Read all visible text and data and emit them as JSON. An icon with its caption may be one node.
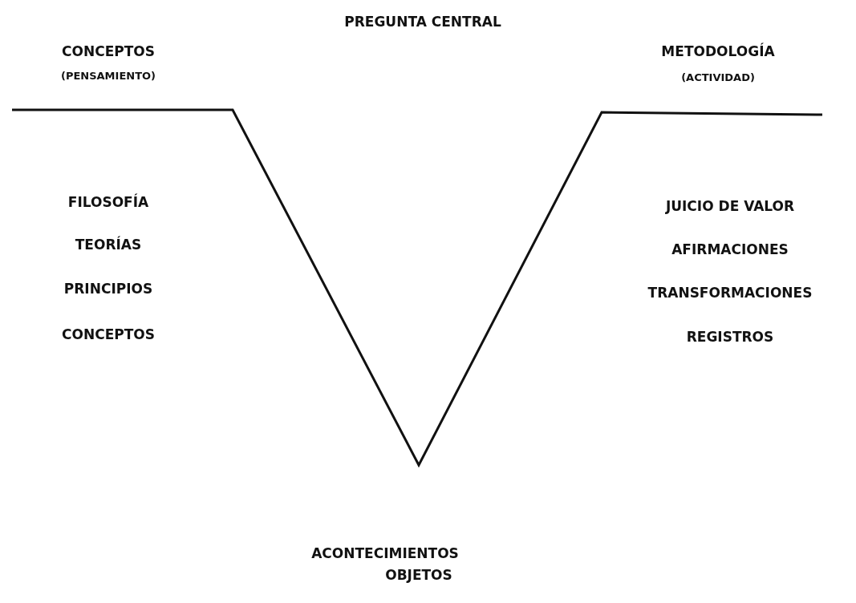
{
  "diagram": {
    "title": "PREGUNTA CENTRAL",
    "labels": [
      "CONCEPTOS",
      "METODOLOGÍA",
      "(PENSAMIENTO)",
      "(ACTIVIDAD)",
      "FILOSOFÍA",
      "JUICIO DE VALOR",
      "TEORÍAS",
      "AFIRMACIONES",
      "PRINCIPIOS",
      "TRANSFORMACIONES",
      "CONCEPTOS",
      "REGISTROS",
      "ACONTECIMIENTOS",
      "OBJETOS"
    ]
  }
}
